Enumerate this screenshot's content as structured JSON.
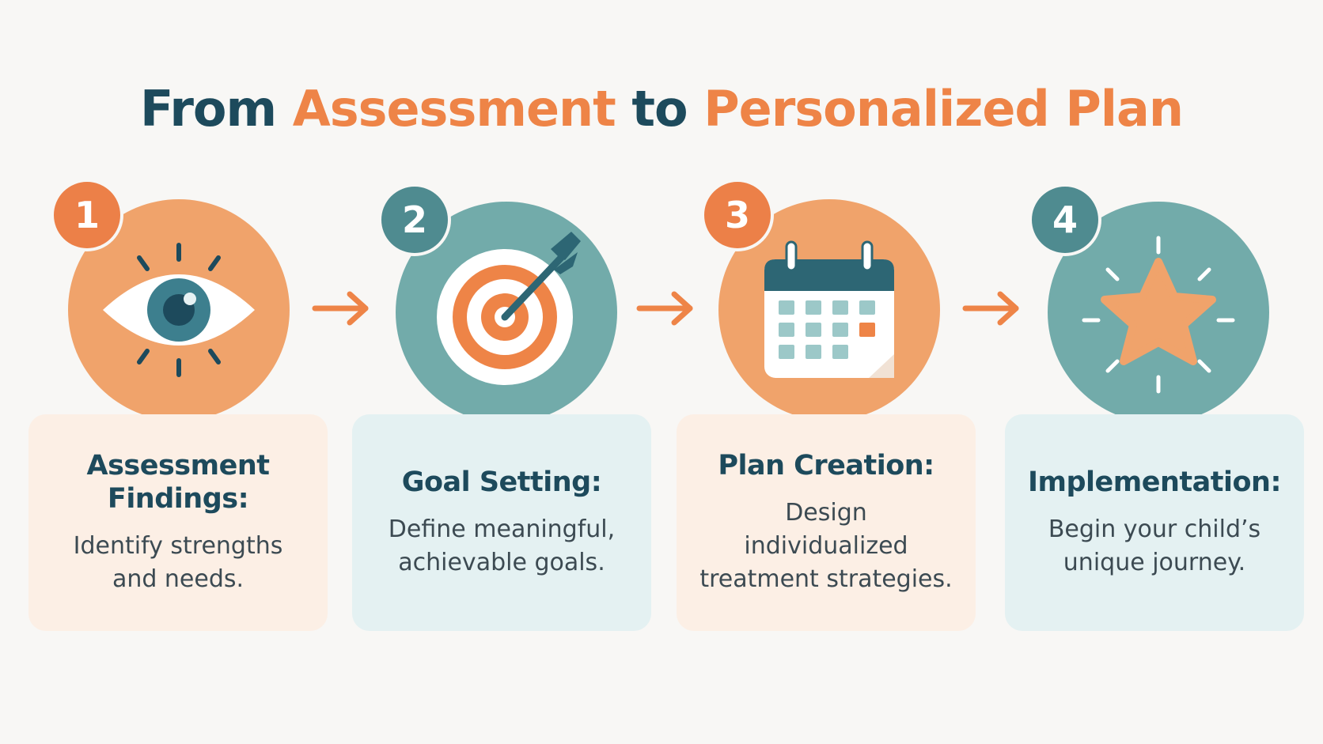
{
  "title": {
    "part1": "From ",
    "part2": "Assessment",
    "part3": " to ",
    "part4": "Personalized Plan"
  },
  "colors": {
    "navy": "#1d4a5c",
    "orange_accent": "#ee8447",
    "orange_circle": "#f0a36b",
    "teal_circle": "#72abaa",
    "orange_card": "#fcefe5",
    "teal_card": "#e4f1f2"
  },
  "steps": [
    {
      "number": "1",
      "icon": "eye-icon",
      "heading": "Assessment Findings:",
      "text": "Identify strengths and needs."
    },
    {
      "number": "2",
      "icon": "target-icon",
      "heading": "Goal Setting:",
      "text": "Define meaningful, achievable goals."
    },
    {
      "number": "3",
      "icon": "calendar-icon",
      "heading": "Plan Creation:",
      "text": "Design individualized treatment strategies."
    },
    {
      "number": "4",
      "icon": "star-icon",
      "heading": "Implementation:",
      "text": "Begin your child’s unique journey."
    }
  ]
}
